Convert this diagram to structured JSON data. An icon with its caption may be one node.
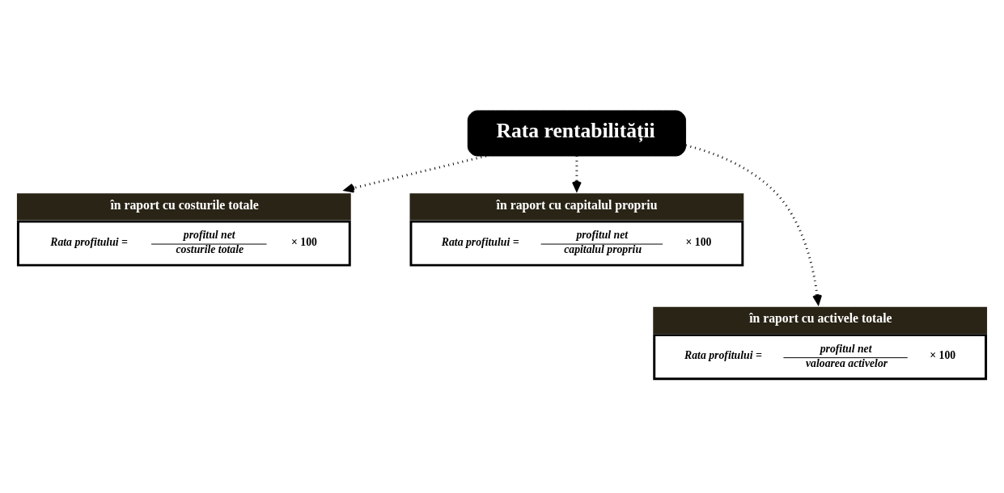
{
  "diagram": {
    "nodes": [
      {
        "text": [
          "Rata rentabilității"
        ]
      },
      {
        "text": [
          "în raport cu costurile totale",
          "Rata profitului =",
          "profitul net",
          "costurile totale",
          "× 100"
        ]
      },
      {
        "text": [
          "în raport cu capitalul propriu",
          "Rata profitului =",
          "profitul net",
          "capitalul propriu",
          "× 100"
        ]
      },
      {
        "text": [
          "în raport cu activele totale",
          "Rata profitului =",
          "profitul net",
          "valoarea activelor",
          "× 100"
        ]
      }
    ],
    "edges": [
      {
        "from": 0,
        "to": 1,
        "arrow": "to",
        "style": "dashed"
      },
      {
        "from": 0,
        "to": 2,
        "arrow": "to",
        "style": "dashed"
      },
      {
        "from": 0,
        "to": 3,
        "arrow": "to",
        "style": "dashed"
      }
    ]
  }
}
